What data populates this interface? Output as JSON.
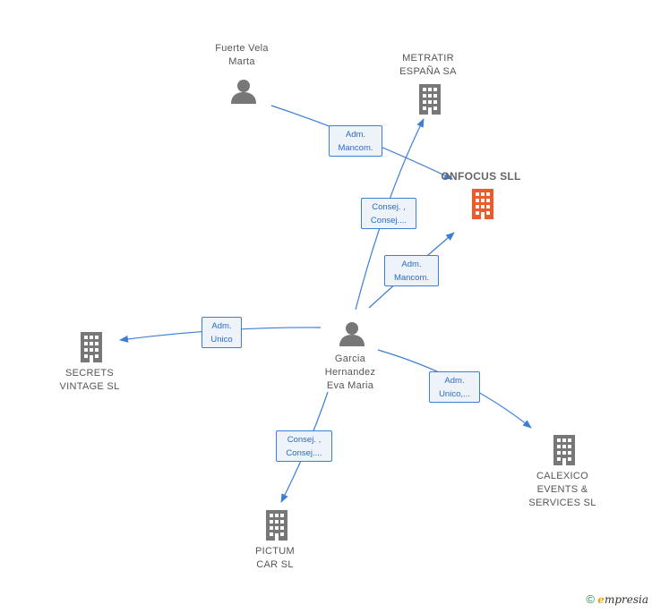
{
  "nodes": {
    "fuerte": {
      "label": "Fuerte Vela\nMarta",
      "type": "person"
    },
    "metratir": {
      "label": "METRATIR\nESPAÑA SA",
      "type": "company"
    },
    "onfocus": {
      "label": "ONFOCUS SLL",
      "type": "company-focus"
    },
    "garcia": {
      "label": "Garcia\nHernandez\nEva Maria",
      "type": "person"
    },
    "secrets": {
      "label": "SECRETS\nVINTAGE SL",
      "type": "company"
    },
    "calexico": {
      "label": "CALEXICO\nEVENTS &\nSERVICES SL",
      "type": "company"
    },
    "pictum": {
      "label": "PICTUM\nCAR SL",
      "type": "company"
    }
  },
  "edges": {
    "fuerte_onfocus": "Adm.\nMancom.",
    "garcia_metratir": "Consej. ,\nConsej....",
    "garcia_onfocus": "Adm.\nMancom.",
    "garcia_secrets": "Adm.\nUnico",
    "garcia_calexico": "Adm.\nUnico,...",
    "garcia_pictum": "Consej. ,\nConsej...."
  },
  "colors": {
    "edge": "#3a7fd5",
    "icon": "#777777",
    "focus_icon": "#f05a28"
  },
  "footer": {
    "copyright": "©",
    "brand_initial": "e",
    "brand_rest": "mpresia"
  }
}
